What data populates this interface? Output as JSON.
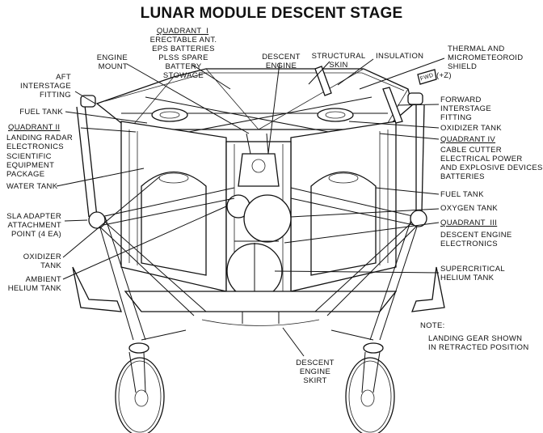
{
  "title": "LUNAR MODULE DESCENT STAGE",
  "labels": {
    "quadrant_1": "QUADRANT  I",
    "quadrant_1_items": "ERECTABLE ANT.\nEPS BATTERIES\nPLSS SPARE\nBATTERY\nSTOWAGE",
    "engine_mount": "ENGINE\nMOUNT",
    "descent_engine": "DESCENT\nENGINE",
    "structural_skin": "STRUCTURAL\nSKIN",
    "insulation": "INSULATION",
    "thermal_shield": "THERMAL AND\nMICROMETEOROID\nSHIELD",
    "fwd_marker": "FWD",
    "plus_z": "(+Z)",
    "aft_interstage_fitting": "AFT\nINTERSTAGE\nFITTING",
    "fuel_tank_left": "FUEL TANK",
    "quadrant_2": "QUADRANT II",
    "quadrant_2_items": "LANDING RADAR\nELECTRONICS",
    "scientific_package": "SCIENTIFIC\nEQUIPMENT\nPACKAGE",
    "water_tank": "WATER TANK",
    "sla_adapter": "SLA ADAPTER\nATTACHMENT\nPOINT (4 EA)",
    "oxidizer_tank_left": "OXIDIZER\nTANK",
    "ambient_helium": "AMBIENT\nHELIUM TANK",
    "forward_interstage_fitting": "FORWARD\nINTERSTAGE\nFITTING",
    "oxidizer_tank_right": "OXIDIZER TANK",
    "quadrant_4": "QUADRANT IV",
    "quadrant_4_items": "CABLE CUTTER\nELECTRICAL POWER\nAND EXPLOSIVE DEVICES\nBATTERIES",
    "fuel_tank_right": "FUEL TANK",
    "oxygen_tank": "OXYGEN TANK",
    "quadrant_3": "QUADRANT  III",
    "quadrant_3_items": "DESCENT ENGINE\nELECTRONICS",
    "supercritical_helium": "SUPERCRITICAL\nHELIUM TANK",
    "descent_engine_skirt": "DESCENT\nENGINE\nSKIRT",
    "note_heading": "NOTE:",
    "note_text": "LANDING GEAR SHOWN\nIN RETRACTED POSITION"
  }
}
